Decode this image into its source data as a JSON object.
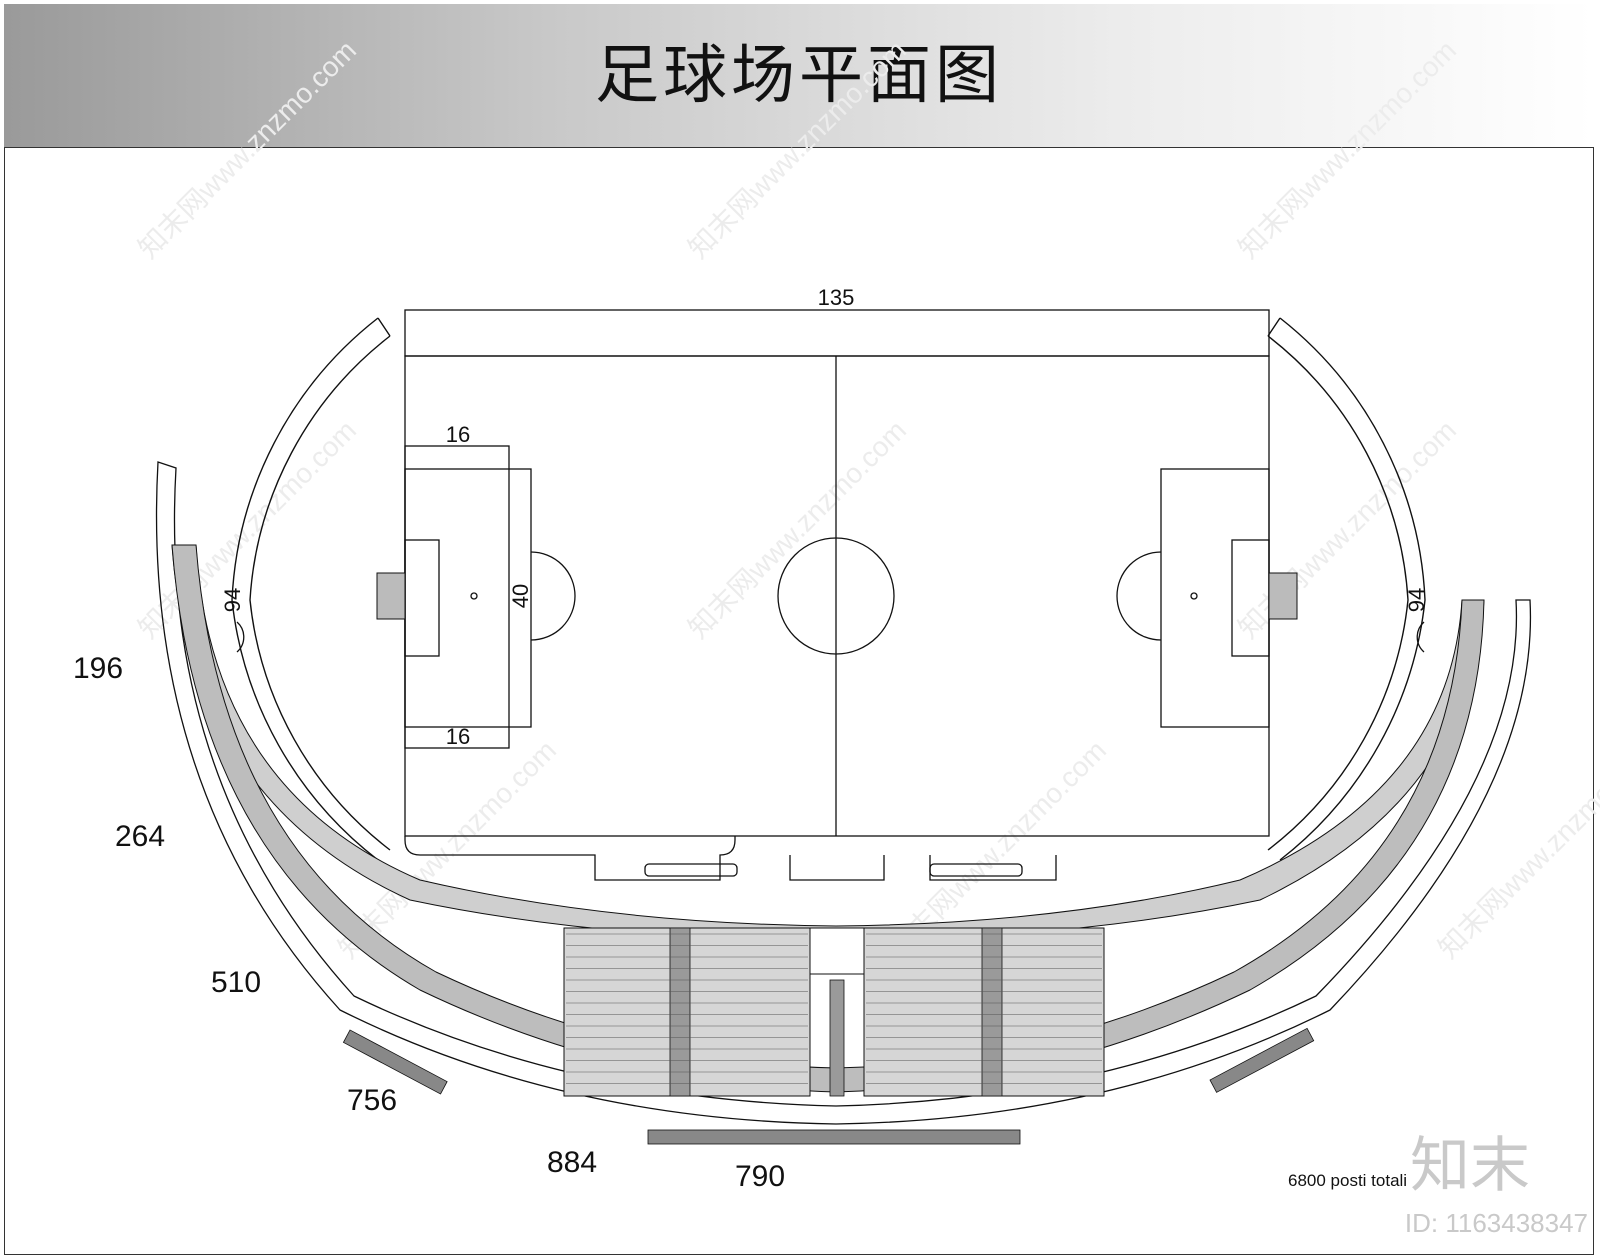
{
  "title": "足球场平面图",
  "field": {
    "length_label": "135",
    "penalty_top_label": "16",
    "penalty_bottom_label": "16",
    "width_label": "40",
    "left_radius_label": "94",
    "right_radius_label": "94"
  },
  "sectors": [
    {
      "id": "196",
      "label": "196"
    },
    {
      "id": "264",
      "label": "264"
    },
    {
      "id": "510",
      "label": "510"
    },
    {
      "id": "756",
      "label": "756"
    },
    {
      "id": "884",
      "label": "884"
    },
    {
      "id": "790",
      "label": "790"
    }
  ],
  "total_note": "6800 posti totali",
  "watermark": {
    "brand_text": "知末",
    "id_text": "ID: 1163438347",
    "repeat_text": "知末网www.znzmo.com"
  }
}
